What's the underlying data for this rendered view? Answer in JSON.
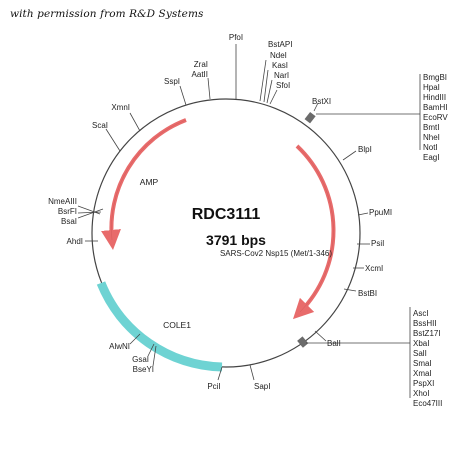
{
  "credit": "with permission from R&D Systems",
  "plasmid": {
    "name": "RDC3111",
    "size": "3791 bps",
    "insert": "SARS-Cov2 Nsp15 (Met/1-346)"
  },
  "features": {
    "amp": "AMP",
    "cole1": "COLE1"
  },
  "sites": {
    "pfoi": "PfoI",
    "zral": "ZraI",
    "aatii": "AatII",
    "sspi_top": "SspI",
    "xmni": "XmnI",
    "scai": "ScaI",
    "bstapi": "BstAPI",
    "ndei": "NdeI",
    "kasi": "KasI",
    "nari": "NarI",
    "sfoi": "SfoI",
    "bstxi": "BstXI",
    "blpi": "BlpI",
    "ppumi": "PpuMI",
    "psii": "PsiI",
    "xcmi": "XcmI",
    "bstbi": "BstBI",
    "bali": "BalI",
    "sapi": "SapI",
    "pcii": "PciI",
    "gsai": "GsaI",
    "bseyi": "BseYI",
    "alwni": "AlwNI",
    "ahdi": "AhdI",
    "nmeaiii": "NmeAIII",
    "bsrfi": "BsrFI",
    "bsai": "BsaI"
  },
  "mcs1": [
    "BmgBI",
    "HpaI",
    "HindIII",
    "BamHI",
    "EcoRV",
    "BmtI",
    "NheI",
    "NotI",
    "EagI"
  ],
  "mcs2": [
    "AscI",
    "BssHII",
    "BstZ17I",
    "XbaI",
    "SalI",
    "SmaI",
    "XmaI",
    "PspXI",
    "XhoI",
    "Eco47III"
  ],
  "colors": {
    "backbone": "#444444",
    "amp_arrow": "#e86b6b",
    "insert_arrow": "#e86b6b",
    "cole1": "#6ed3d3"
  }
}
